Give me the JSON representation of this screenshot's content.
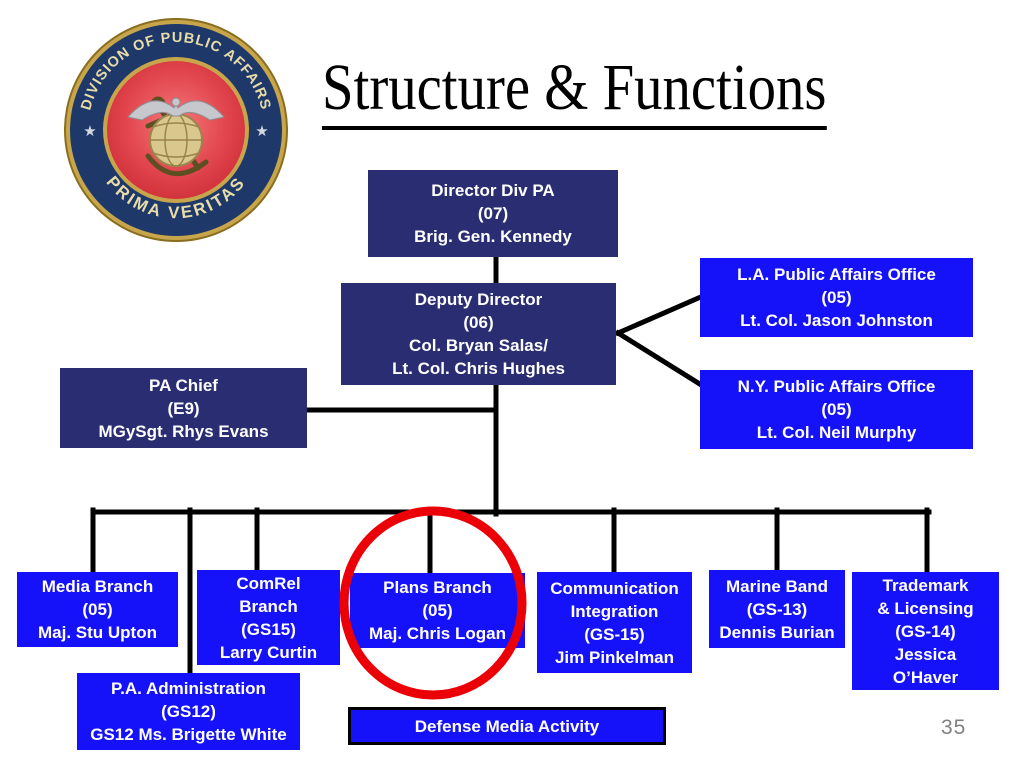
{
  "slide": {
    "title": "Structure & Functions",
    "page_number": "35"
  },
  "seal": {
    "top_text": "DIVISION OF PUBLIC AFFAIRS",
    "bottom_text": "PRIMA VERITAS",
    "emblem_icon": "eagle-globe-anchor-icon",
    "star_left": "★",
    "star_right": "★"
  },
  "colors": {
    "navy_box": "#2B2D72",
    "blue_box": "#1512FA",
    "box_text": "#FFFFFF",
    "connector_line": "#000000",
    "highlight_circle": "#EB0008",
    "title_text": "#000000",
    "page_number": "#7F7F7F",
    "seal_navy": "#1E3869",
    "seal_gold": "#C7A64B",
    "seal_red": "#E2464E",
    "seal_text_gold": "#E8DCA8"
  },
  "org": {
    "highlighted_box": "plans_branch",
    "boxes": {
      "director": {
        "lines": [
          "Director Div PA",
          "(07)",
          "Brig. Gen. Kennedy"
        ]
      },
      "deputy": {
        "lines": [
          "Deputy Director",
          "(06)",
          "Col. Bryan Salas/",
          "Lt. Col. Chris Hughes"
        ]
      },
      "pa_chief": {
        "lines": [
          "PA Chief",
          "(E9)",
          "MGySgt. Rhys Evans"
        ]
      },
      "la_office": {
        "lines": [
          "L.A. Public Affairs Office",
          "(05)",
          "Lt. Col. Jason Johnston"
        ]
      },
      "ny_office": {
        "lines": [
          "N.Y. Public Affairs Office",
          "(05)",
          "Lt. Col. Neil Murphy"
        ]
      },
      "media_branch": {
        "lines": [
          "Media Branch",
          "(05)",
          "Maj. Stu Upton"
        ]
      },
      "comrel_branch": {
        "lines": [
          "ComRel",
          "Branch",
          "(GS15)",
          "Larry Curtin"
        ]
      },
      "plans_branch": {
        "lines": [
          "Plans Branch",
          "(05)",
          "Maj. Chris Logan"
        ]
      },
      "comm_integration": {
        "lines": [
          "Communication",
          "Integration",
          "(GS-15)",
          "Jim Pinkelman"
        ]
      },
      "marine_band": {
        "lines": [
          "Marine Band",
          "(GS-13)",
          "Dennis Burian"
        ]
      },
      "trademark_licensing": {
        "lines": [
          "Trademark",
          "&  Licensing",
          "(GS-14)",
          "Jessica",
          "O’Haver"
        ]
      },
      "pa_administration": {
        "lines": [
          "P.A. Administration",
          "(GS12)",
          "GS12 Ms. Brigette White"
        ]
      },
      "defense_media_activity": {
        "lines": [
          "Defense Media Activity"
        ]
      }
    }
  }
}
